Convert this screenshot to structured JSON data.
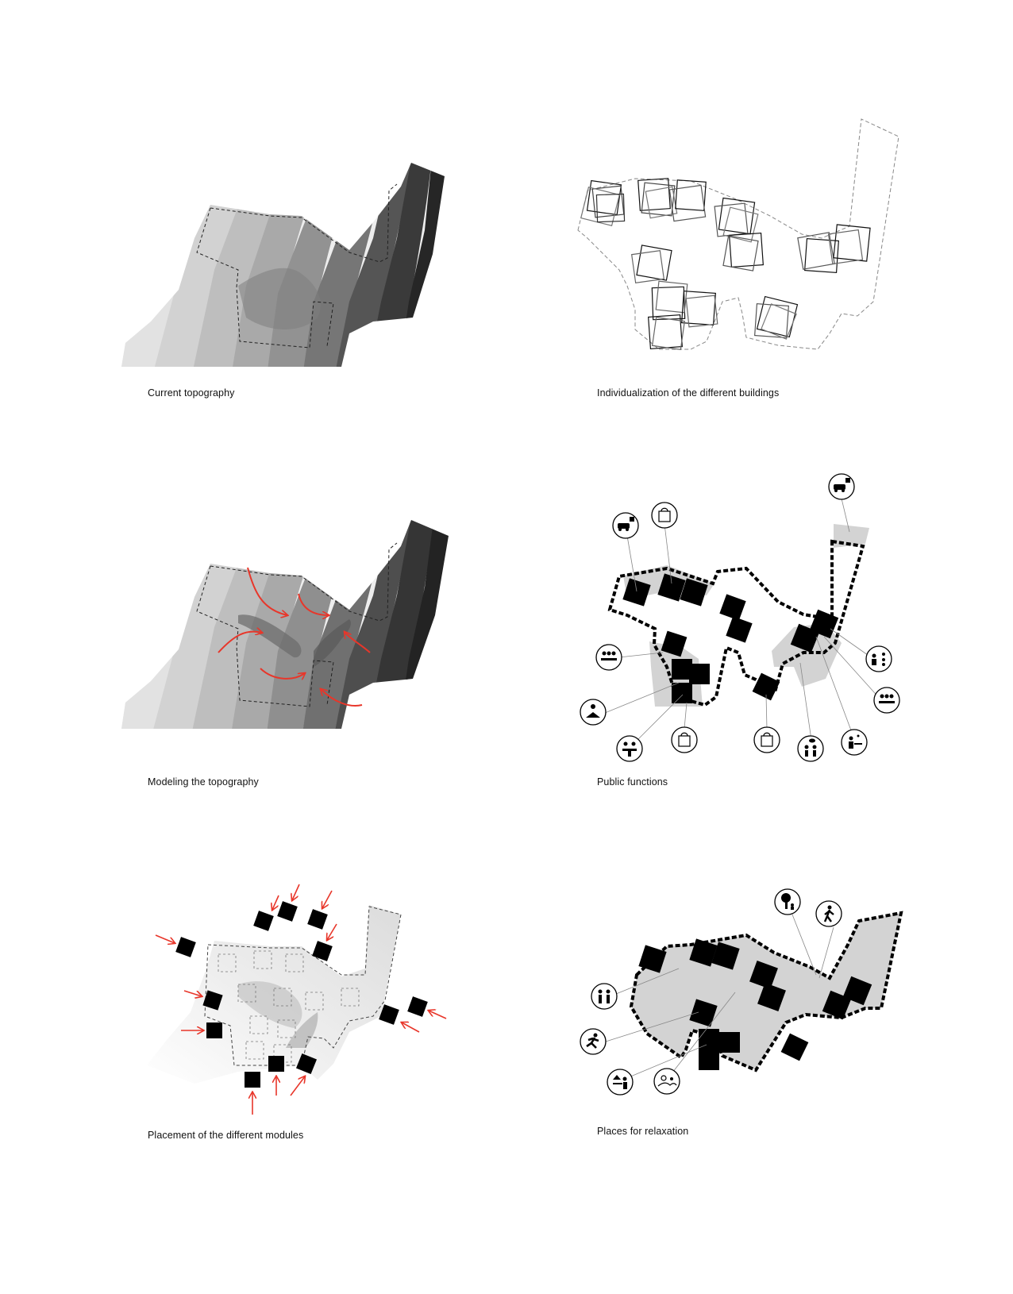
{
  "panels": [
    {
      "caption": "Current topography"
    },
    {
      "caption": "Individualization of the different buildings"
    },
    {
      "caption": "Modeling the topography"
    },
    {
      "caption": "Public functions"
    },
    {
      "caption": "Placement of the different modules"
    },
    {
      "caption": "Places for relaxation"
    }
  ],
  "colors": {
    "accent_arrow": "#e8362a",
    "building": "#000000",
    "public_zone": "#d3d3d3"
  },
  "icons": {
    "public_functions": [
      "parking-icon",
      "shop-bag-icon",
      "parking-icon",
      "meeting-table-icon",
      "yoga-icon",
      "cafe-icon",
      "shop-bag-icon",
      "shop-bag-icon",
      "conversation-icon",
      "workspace-icon",
      "coworking-icon",
      "meeting-table-icon"
    ],
    "relaxation": [
      "tree-planting-icon",
      "walking-icon",
      "people-talking-icon",
      "running-icon",
      "picnic-icon",
      "landscape-icon"
    ]
  }
}
